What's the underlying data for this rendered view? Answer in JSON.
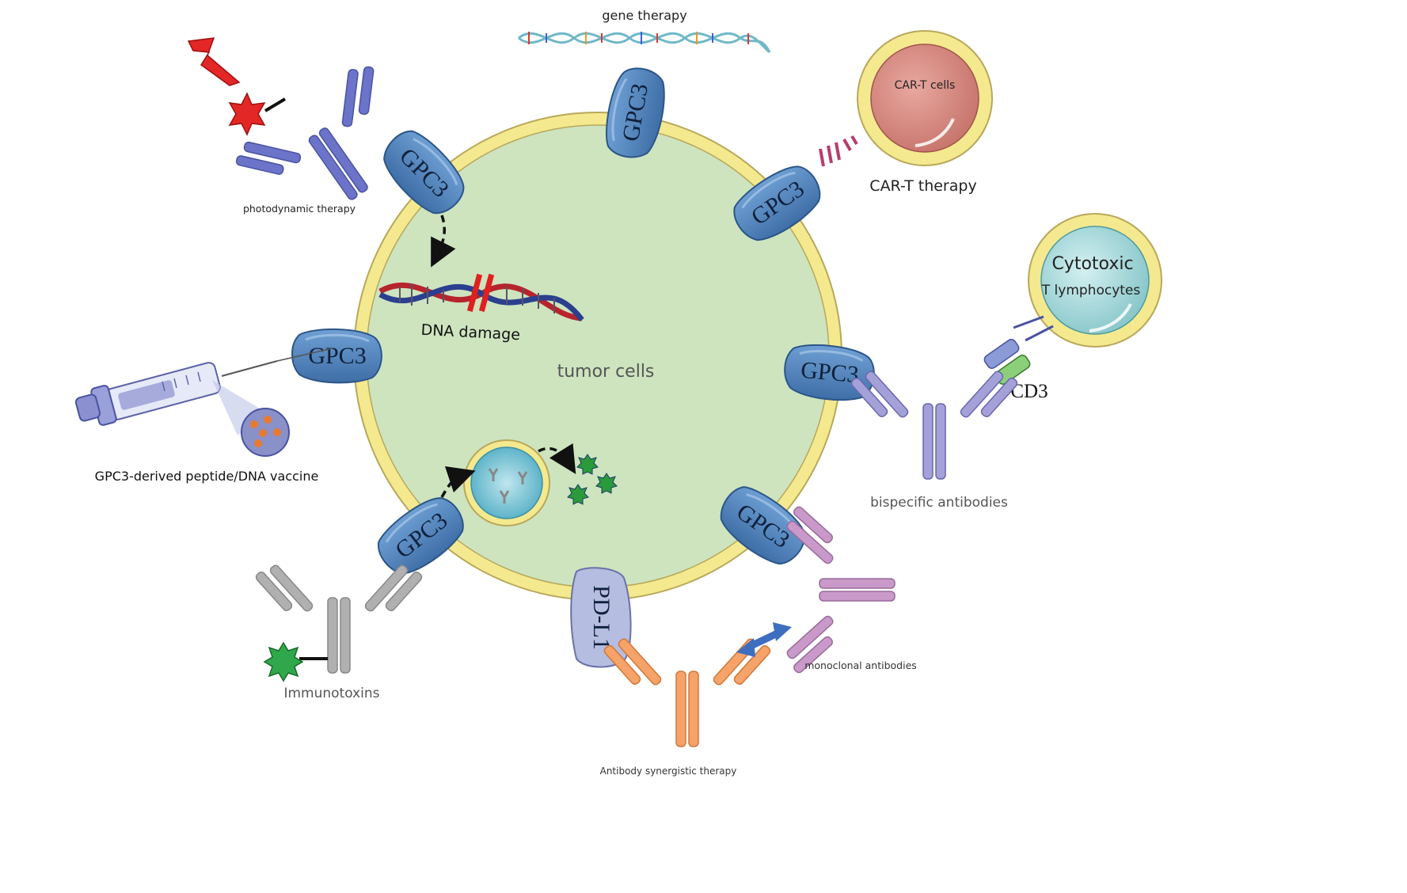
{
  "diagram": {
    "center_label": "tumor cells",
    "receptor_label": "GPC3",
    "pdl1_label": "PD-L1",
    "dna_damage_label": "DNA damage",
    "gene_therapy_label": "gene therapy",
    "photodynamic_label": "photodynamic therapy",
    "cart_cell_label": "CAR-T cells",
    "cart_therapy_label": "CAR-T therapy",
    "ctl_label_line1": "Cytotoxic",
    "ctl_label_line2": "T lymphocytes",
    "cd3_label": "CD3",
    "vaccine_label": "GPC3-derived peptide/DNA vaccine",
    "bispecific_label": "bispecific antibodies",
    "immunotoxins_label": "Immunotoxins",
    "monoclonal_label": "monoclonal antibodies",
    "synergistic_label": "Antibody synergistic therapy"
  },
  "colors": {
    "cell_fill": "#cde4bf",
    "cell_membrane": "#f4e98f",
    "receptor_blue": "#4a7cb5",
    "pdl1_lavender": "#b5bde0",
    "antibody_indigo": "#6b74c9",
    "antibody_lilac": "#a4a1d8",
    "antibody_grey": "#b0b0b0",
    "antibody_pink": "#c99ac9",
    "antibody_orange": "#f6a36a",
    "cart_red": "#d4857c",
    "ctl_teal": "#9fd3d6"
  }
}
